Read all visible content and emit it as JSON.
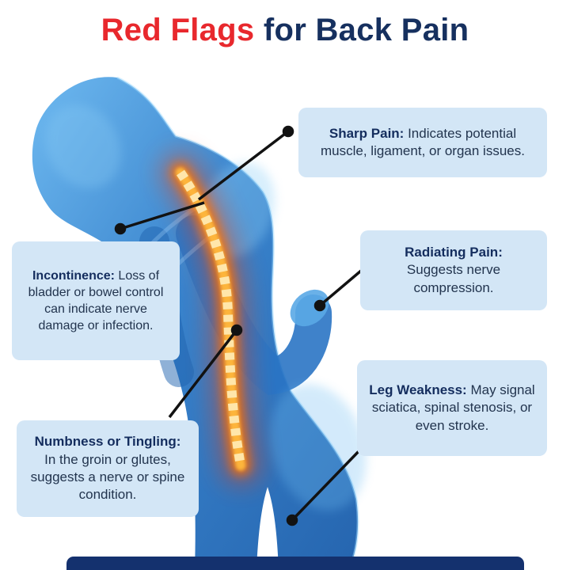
{
  "title": {
    "red": "Red Flags",
    "navy_part": " for Back Pain"
  },
  "colors": {
    "accent_red": "#e8282d",
    "navy": "#16305f",
    "callout_bg": "#d3e6f6",
    "body_blue": "#2e7cc9",
    "spine_glow_orange": "#ff7300",
    "footer_navy": "#14316e",
    "connector_black": "#121212"
  },
  "figure": {
    "name": "bent-person-xray-figure"
  },
  "callouts": [
    {
      "id": "sharp-pain",
      "lead": "Sharp Pain:",
      "text": " Indicates potential muscle, ligament, or organ issues."
    },
    {
      "id": "incontinence",
      "lead": "Incontinence:",
      "text": " Loss of bladder or bowel control can indicate nerve damage or infection."
    },
    {
      "id": "radiating",
      "lead": "Radiating Pain:",
      "text": " Suggests nerve compression."
    },
    {
      "id": "leg-weakness",
      "lead": "Leg Weakness:",
      "text": " May signal sciatica, spinal stenosis, or even stroke."
    },
    {
      "id": "numbness",
      "lead": "Numbness or Tingling:",
      "text": " In the groin or glutes, suggests a nerve or spine condition."
    }
  ]
}
